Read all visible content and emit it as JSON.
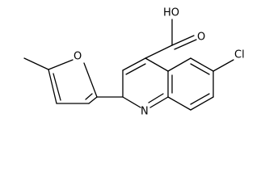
{
  "molecule": {
    "atoms": {
      "hydroxyl": "HO",
      "carbonyl_oxygen": "O",
      "furan_oxygen": "O",
      "ring_nitrogen": "N",
      "chlorine": "Cl"
    },
    "colors": {
      "bond": "#000000",
      "label": "#000000",
      "background": "#ffffff"
    }
  }
}
